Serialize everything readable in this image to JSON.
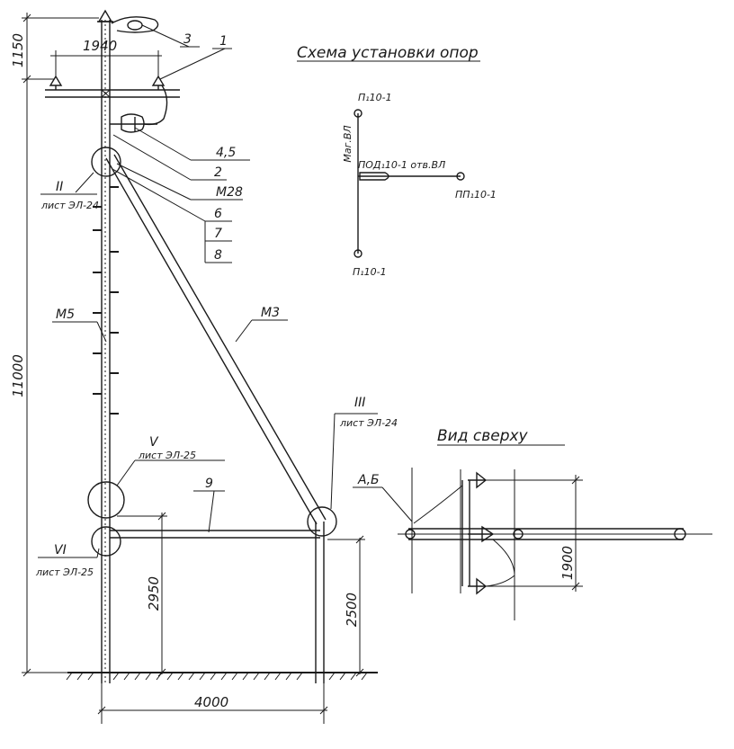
{
  "dimensions": {
    "top_height": "1150",
    "crossarm_width": "1940",
    "total_height": "11000",
    "strut_height_left": "2950",
    "strut_height_right": "2500",
    "base_width": "4000",
    "top_view_spacing": "1900"
  },
  "callouts": {
    "c3": "3",
    "c1": "1",
    "c45": "4,5",
    "c2": "2",
    "m28": "М28",
    "c6": "6",
    "c7": "7",
    "c8": "8",
    "m5": "М5",
    "m3": "М3",
    "c9": "9",
    "ab": "А,Б"
  },
  "nodes": {
    "node_ii": "II",
    "node_ii_sheet": "лист ЭЛ-24",
    "node_iii": "III",
    "node_iii_sheet": "лист ЭЛ-24",
    "node_v": "V",
    "node_v_sheet": "лист ЭЛ-25",
    "node_vi": "VI",
    "node_vi_sheet": "лист ЭЛ-25"
  },
  "scheme": {
    "title": "Схема установки опор",
    "top_pole": "П₁10-1",
    "main_line": "Маг.ВЛ",
    "branch_pole": "ПОД₁10-1 отв.ВЛ",
    "right_pole": "ПП₁10-1",
    "bottom_pole": "П₁10-1"
  },
  "top_view": {
    "title": "Вид сверху"
  }
}
